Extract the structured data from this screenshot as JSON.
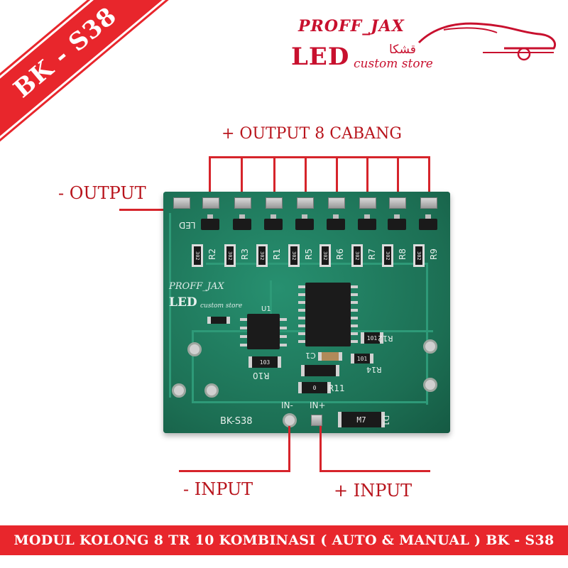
{
  "product": {
    "code_badge": "BK - S38",
    "pcb_silkscreen": "BK-S38",
    "banner": "MODUL KOLONG 8 TR 10 KOMBINASI ( AUTO & MANUAL ) BK - S38"
  },
  "logo": {
    "name": "PROFF_JAX",
    "led": "LED",
    "arabic": "قشكا",
    "store": "custom store"
  },
  "labels": {
    "outputs": "+ OUTPUT 8 CABANG",
    "neg_output": "- OUTPUT",
    "neg_input": "- INPUT",
    "pos_input": "+ INPUT"
  },
  "pcb": {
    "led_marking": "LED",
    "resistors": [
      "R2",
      "R3",
      "R1",
      "R5",
      "R6",
      "R7",
      "R8",
      "R9"
    ],
    "resistor_value": "302",
    "other_labels": {
      "r10": "R10",
      "r11": "R11",
      "r12": "R12",
      "r14": "R14",
      "c1": "C1",
      "u1": "U1",
      "d1": "D1",
      "in_minus": "IN-",
      "in_plus": "IN+",
      "m7": "M7",
      "r10_value": "103",
      "r11_value": "0",
      "r12_value": "101",
      "r14_value": "101"
    }
  },
  "colors": {
    "brand_red": "#e8262c",
    "pcb_green": "#1f7a5c",
    "label_red": "#b8141c"
  }
}
